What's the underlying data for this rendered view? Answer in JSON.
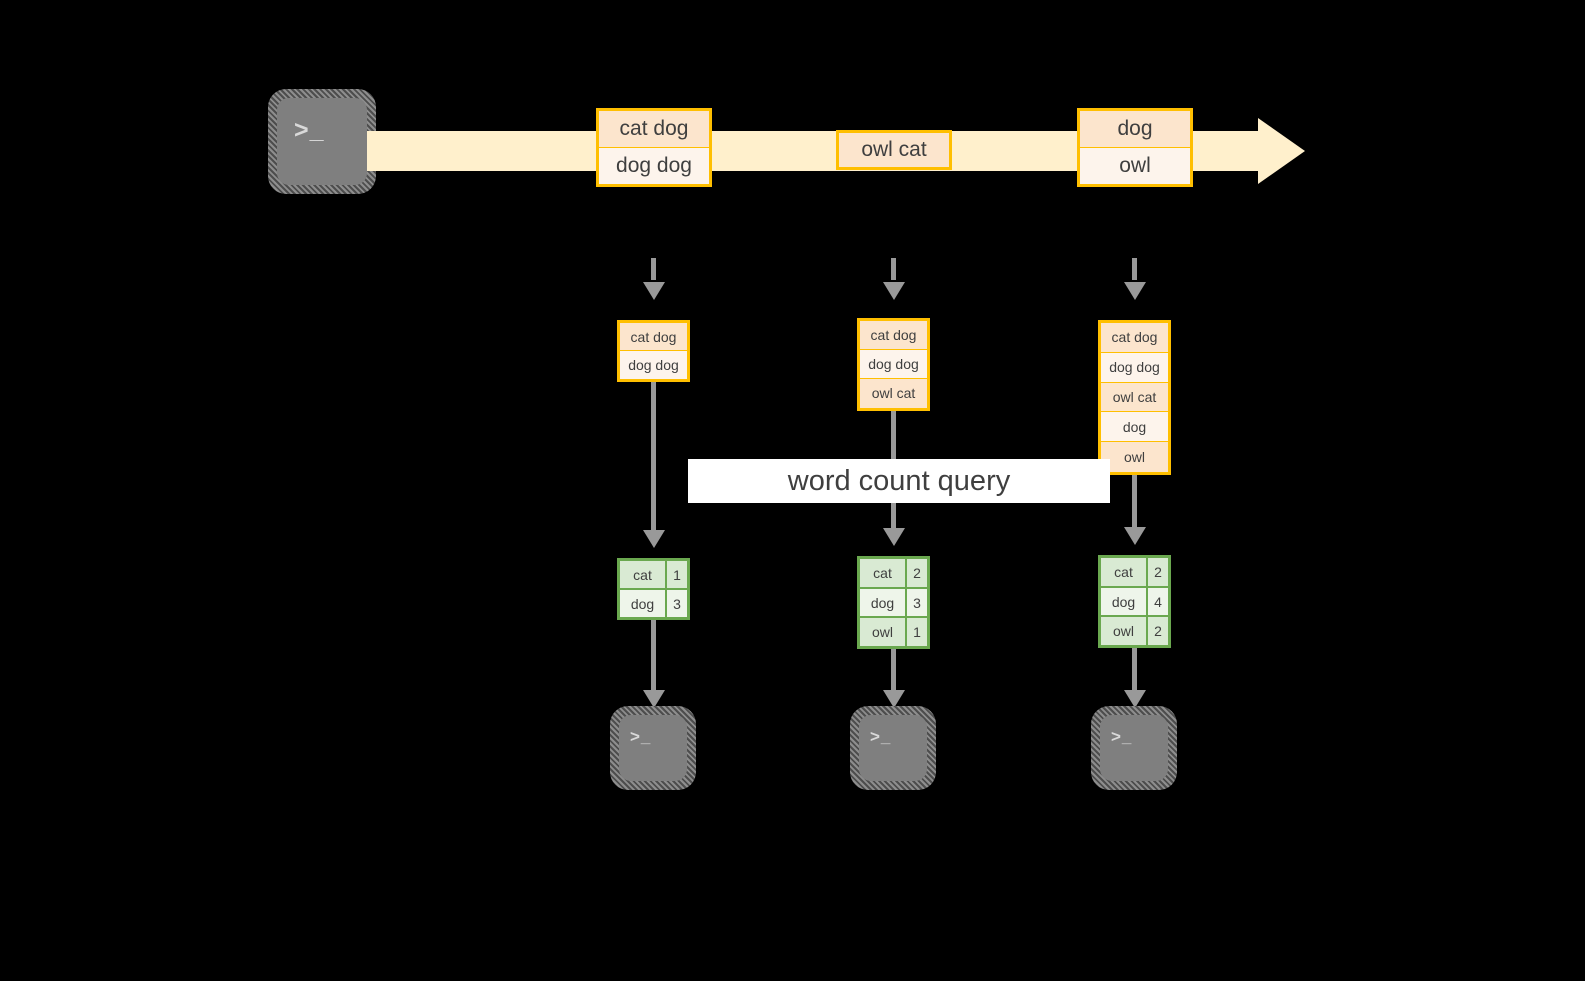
{
  "diagram": {
    "title_label": "word count query",
    "colors": {
      "background": "#000000",
      "stream_arrow": "#fff0cc",
      "record_border": "#ffbf00",
      "record_fill_dark": "#fce5cd",
      "record_fill_light": "#fdf4ec",
      "result_border": "#6aa84f",
      "result_fill_dark": "#d9ead3",
      "result_fill_light": "#eef5ea",
      "connector": "#999999",
      "terminal_body": "#7f7f7f",
      "text": "#3f3f3f",
      "label_background": "#ffffff"
    },
    "stream": {
      "source_terminal_prompt": ">_",
      "records": [
        {
          "lines": [
            "cat dog",
            "dog dog"
          ]
        },
        {
          "lines": [
            "owl cat"
          ]
        },
        {
          "lines": [
            "dog",
            "owl"
          ]
        }
      ]
    },
    "snapshots": [
      {
        "input_lines": [
          "cat dog",
          "dog dog"
        ],
        "result_header": null,
        "result_rows": [
          {
            "word": "cat",
            "count": "1"
          },
          {
            "word": "dog",
            "count": "3"
          }
        ],
        "sink_terminal_prompt": ">_"
      },
      {
        "input_lines": [
          "cat dog",
          "dog dog",
          "owl cat"
        ],
        "result_header": null,
        "result_rows": [
          {
            "word": "cat",
            "count": "2"
          },
          {
            "word": "dog",
            "count": "3"
          },
          {
            "word": "owl",
            "count": "1"
          }
        ],
        "sink_terminal_prompt": ">_"
      },
      {
        "input_lines": [
          "cat dog",
          "dog dog",
          "owl cat",
          "dog",
          "owl"
        ],
        "result_header": null,
        "result_rows": [
          {
            "word": "cat",
            "count": "2"
          },
          {
            "word": "dog",
            "count": "4"
          },
          {
            "word": "owl",
            "count": "2"
          }
        ],
        "sink_terminal_prompt": ">_"
      }
    ]
  }
}
